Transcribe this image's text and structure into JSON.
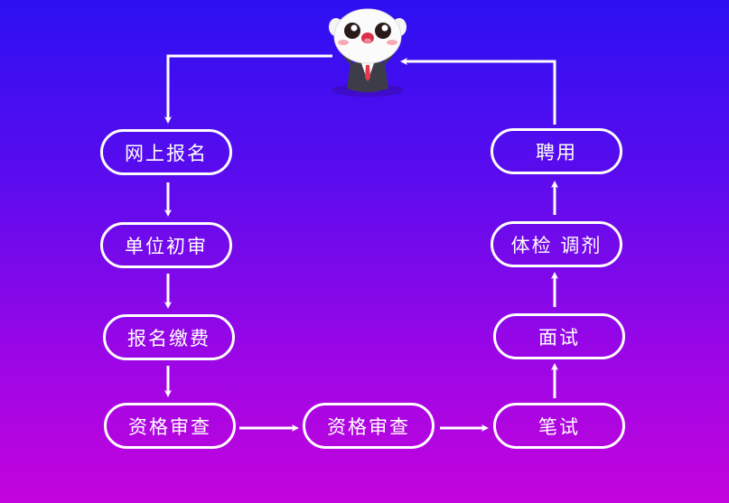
{
  "flow": {
    "steps": [
      "网上报名",
      "单位初审",
      "报名缴费",
      "资格审查",
      "资格审查",
      "笔试",
      "面试",
      "体检 调剂",
      "聘用"
    ]
  },
  "colors": {
    "background_top": "#2c10f2",
    "background_bottom": "#c404dc",
    "line": "#ffffff"
  },
  "mascot": {
    "icon": "cartoon-mascot-icon"
  }
}
